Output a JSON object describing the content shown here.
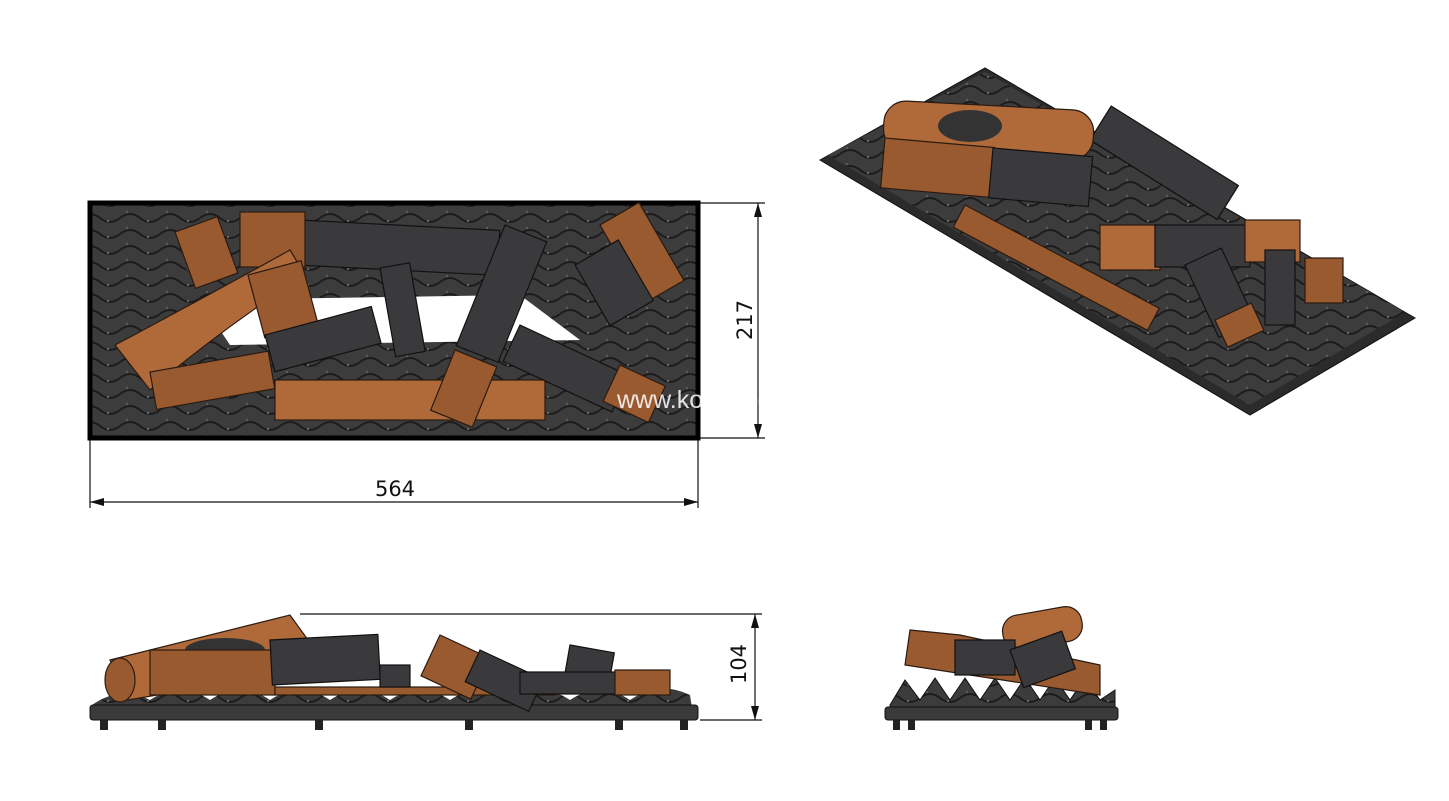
{
  "dimensions": {
    "width": "564",
    "depth": "217",
    "height": "104"
  },
  "watermark": "www.komineo.pl",
  "colors": {
    "wood": "#9a5a30",
    "charred": "#3a3a3c",
    "base": "#2b2b2b"
  }
}
